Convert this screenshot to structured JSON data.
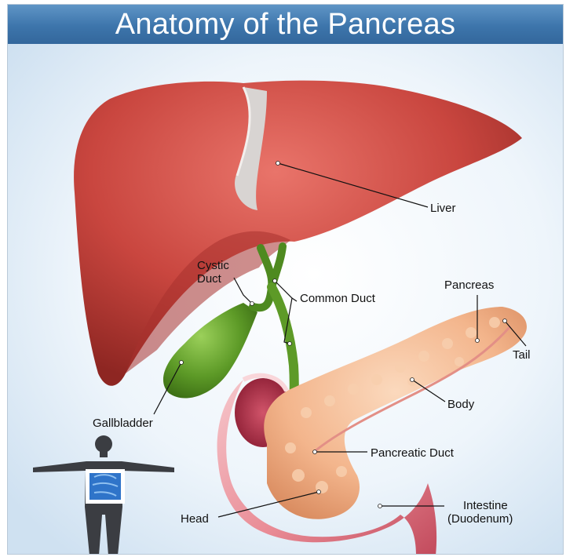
{
  "title": "Anatomy of the Pancreas",
  "labels": {
    "liver": "Liver",
    "cystic_duct_line1": "Cystic",
    "cystic_duct_line2": "Duct",
    "common_duct": "Common Duct",
    "pancreas": "Pancreas",
    "tail": "Tail",
    "body": "Body",
    "gallbladder": "Gallbladder",
    "pancreatic_duct": "Pancreatic Duct",
    "head": "Head",
    "intestine_line1": "Intestine",
    "intestine_line2": "(Duodenum)"
  },
  "colors": {
    "title_bar": "#3d75ab",
    "liver": "#c9463f",
    "gallbladder": "#5d9a27",
    "pancreas": "#f3b58c",
    "intestine": "#e98b95"
  }
}
